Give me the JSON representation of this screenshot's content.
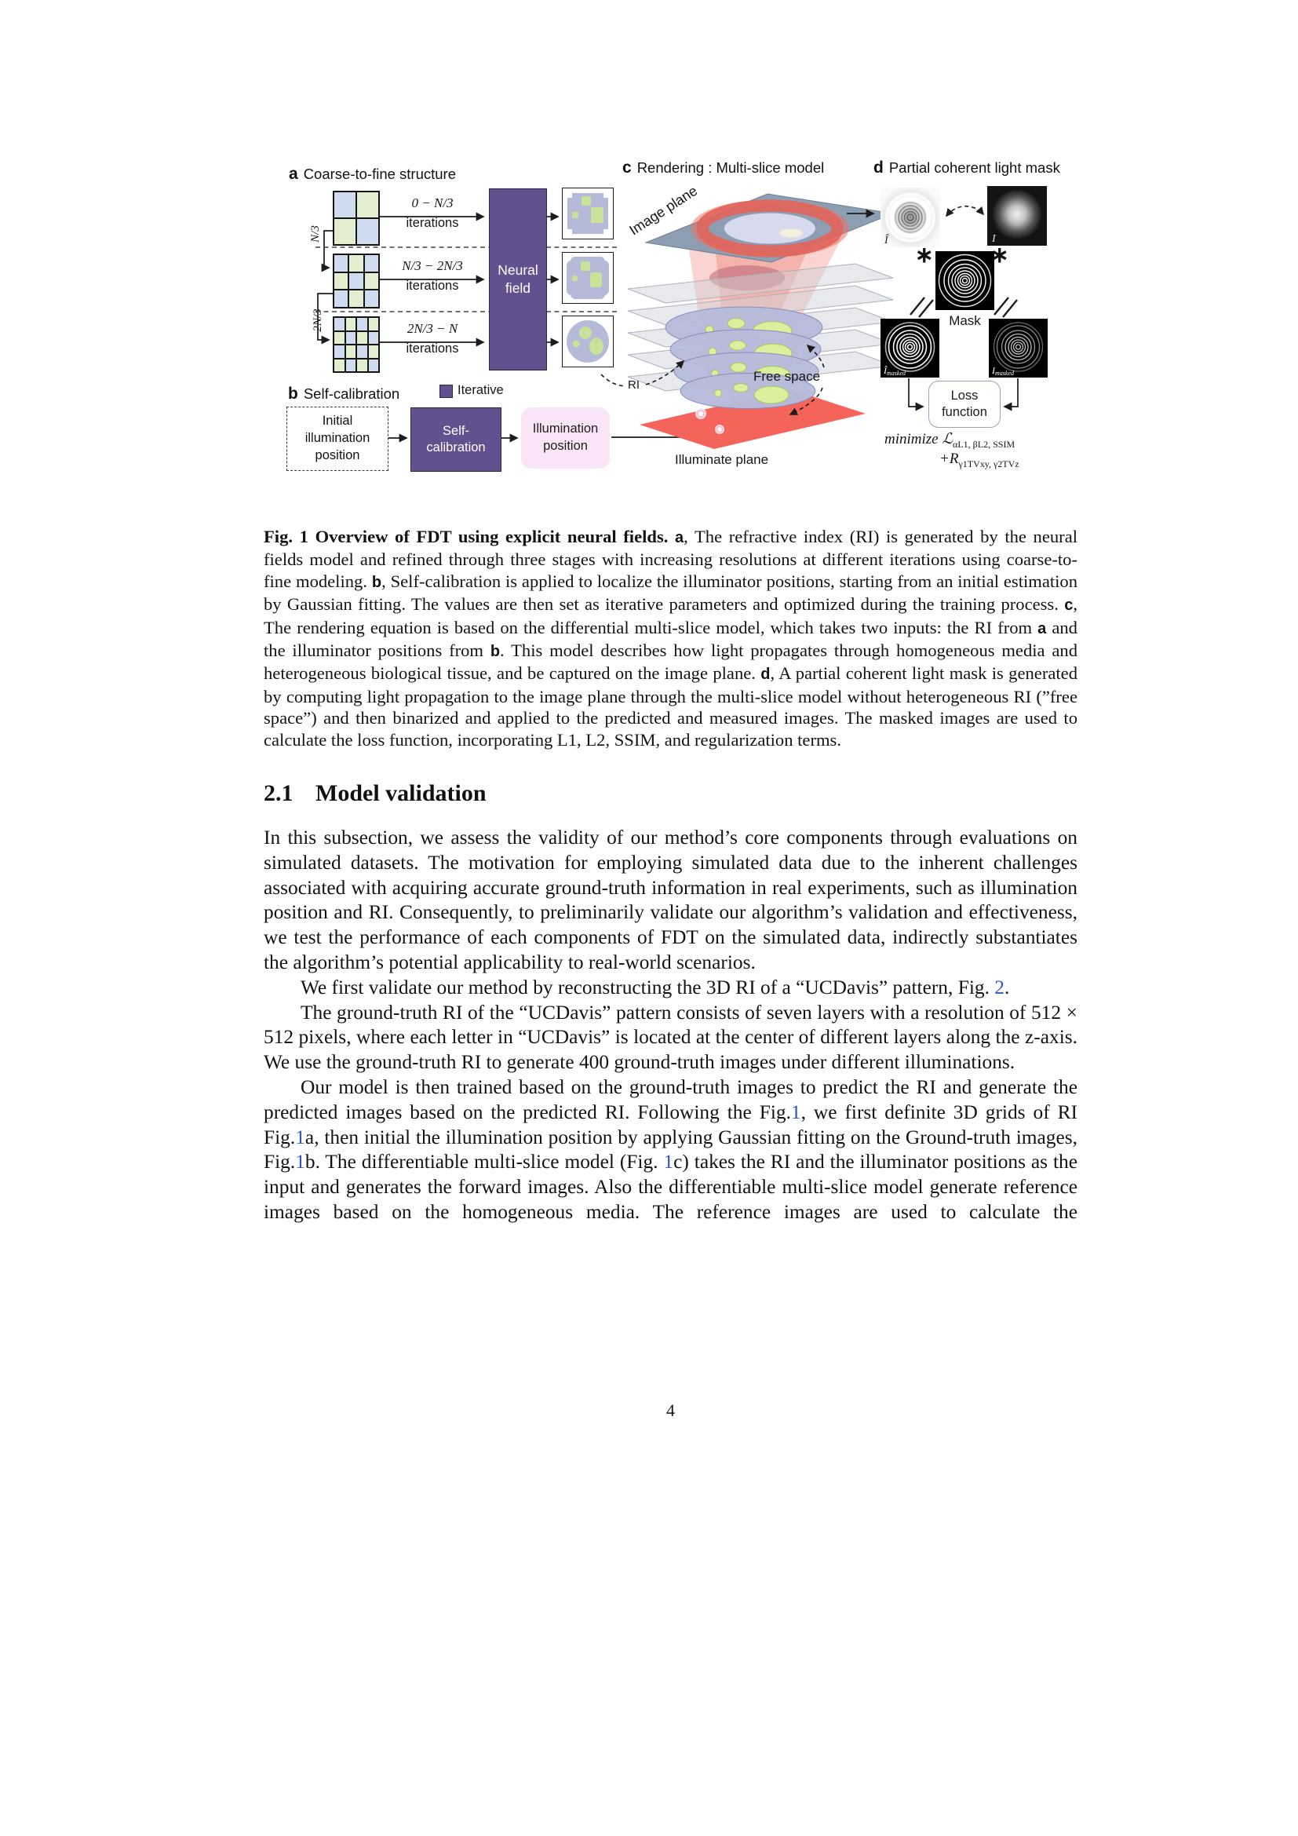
{
  "colors": {
    "purple": "#63518f",
    "pink": "#f8e5f8",
    "red": "#f4645b",
    "gridBlue": "#cfdbef",
    "gridGreen": "#e3edcf",
    "lavender": "#b6bbdc",
    "greenBlob": "#d9f09c",
    "link": "#3353c8"
  },
  "figure": {
    "panel_a": {
      "letter": "a",
      "title": "Coarse-to-fine structure",
      "rows": [
        {
          "math": "0 − N/3",
          "word": "iterations"
        },
        {
          "math": "N/3 − 2N/3",
          "word": "iterations"
        },
        {
          "math": "2N/3 − N",
          "word": "iterations"
        }
      ],
      "axis": [
        "N/3",
        "2N/3"
      ],
      "neural_field": [
        "Neural",
        "field"
      ],
      "legend": "Iterative"
    },
    "panel_b": {
      "letter": "b",
      "title": "Self-calibration",
      "initial_box": [
        "Initial",
        "illumination",
        "position"
      ],
      "selfcal_box": [
        "Self-",
        "calibration"
      ],
      "illum_box": [
        "Illumination",
        "position"
      ]
    },
    "panel_c": {
      "letter": "c",
      "title": "Rendering : Multi-slice model",
      "image_plane": "Image plane",
      "free_space": "Free space",
      "illuminate_plane": "Illuminate plane",
      "ri": "RI"
    },
    "panel_d": {
      "letter": "d",
      "title": "Partial coherent light mask",
      "pred": "Î",
      "meas": "I",
      "mask_label": "Mask",
      "masked_sub": "masked",
      "star": "∗",
      "loss": [
        "Loss",
        "function"
      ],
      "minimize_main": "minimize ℒ",
      "minimize_sub": "αL1, βL2, SSIM",
      "reg_main": "+R",
      "reg_sub": "γ1TVxy, γ2TVz"
    }
  },
  "caption": {
    "segments": [
      {
        "t": "Fig. 1  Overview of FDT using explicit neural fields. ",
        "s": "b"
      },
      {
        "t": "a",
        "s": "bs"
      },
      {
        "t": ", The refractive index (RI) is generated by the neural fields model and refined through three stages with increasing resolutions at different iterations using coarse-to-fine modeling. ",
        "s": "n"
      },
      {
        "t": "b",
        "s": "bs"
      },
      {
        "t": ", Self-calibration is applied to localize the illuminator positions, starting from an initial estimation by Gaussian fitting. The values are then set as iterative parameters and optimized during the training process. ",
        "s": "n"
      },
      {
        "t": "c",
        "s": "bs"
      },
      {
        "t": ", The rendering equation is based on the differential multi-slice model, which takes two inputs: the RI from ",
        "s": "n"
      },
      {
        "t": "a",
        "s": "bs"
      },
      {
        "t": " and the illuminator positions from ",
        "s": "n"
      },
      {
        "t": "b",
        "s": "bs"
      },
      {
        "t": ". This model describes how light propagates through homogeneous media and heterogeneous biological tissue, and be captured on the image plane. ",
        "s": "n"
      },
      {
        "t": "d",
        "s": "bs"
      },
      {
        "t": ", A partial coherent light mask is generated by computing light propagation to the image plane through the multi-slice model without heterogeneous RI (”free space”) and then binarized and applied to the predicted and measured images. The masked images are used to calculate the loss function, incorporating L1, L2, SSIM, and regularization terms.",
        "s": "n"
      }
    ]
  },
  "section": {
    "number": "2.1",
    "title": "Model validation"
  },
  "body": {
    "paragraphs": [
      {
        "segments": [
          {
            "t": "In this subsection, we assess the validity of our method’s core components through evaluations on simulated datasets. The motivation for employing simulated data due to the inherent challenges associated with acquiring accurate ground-truth information in real experiments, such as illumination position and RI. Consequently, to preliminarily validate our algorithm’s validation and effectiveness, we test the performance of each components of FDT on the simulated data, indirectly substantiates the algorithm’s potential applicability to real-world scenarios.",
            "s": "n"
          }
        ]
      },
      {
        "segments": [
          {
            "t": "We first validate our method by reconstructing the 3D RI of a “UCDavis” pattern, Fig. ",
            "s": "n"
          },
          {
            "t": "2",
            "s": "link"
          },
          {
            "t": ".",
            "s": "n"
          }
        ]
      },
      {
        "segments": [
          {
            "t": "The ground-truth RI of the “UCDavis” pattern consists of seven layers with a resolution of 512 × 512 pixels, where each letter in “UCDavis” is located at the center of different layers along the z-axis. We use the ground-truth RI to generate 400 ground-truth images under different illuminations.",
            "s": "n"
          }
        ]
      },
      {
        "segments": [
          {
            "t": "Our model is then trained based on the ground-truth images to predict the RI and generate the predicted images based on the predicted RI. Following the Fig.",
            "s": "n"
          },
          {
            "t": "1",
            "s": "link"
          },
          {
            "t": ", we first definite 3D grids of RI Fig.",
            "s": "n"
          },
          {
            "t": "1",
            "s": "link"
          },
          {
            "t": "a, then initial the illumination position by applying Gaussian fitting on the Ground-truth images, Fig.",
            "s": "n"
          },
          {
            "t": "1",
            "s": "link"
          },
          {
            "t": "b. The differentiable multi-slice model (Fig. ",
            "s": "n"
          },
          {
            "t": "1",
            "s": "link"
          },
          {
            "t": "c) takes the RI and the illuminator positions as the input and generates the forward images. Also the differentiable multi-slice model generate reference images based on the homogeneous media. The reference images are used to calculate the",
            "s": "n"
          }
        ]
      }
    ]
  },
  "page_number": "4"
}
